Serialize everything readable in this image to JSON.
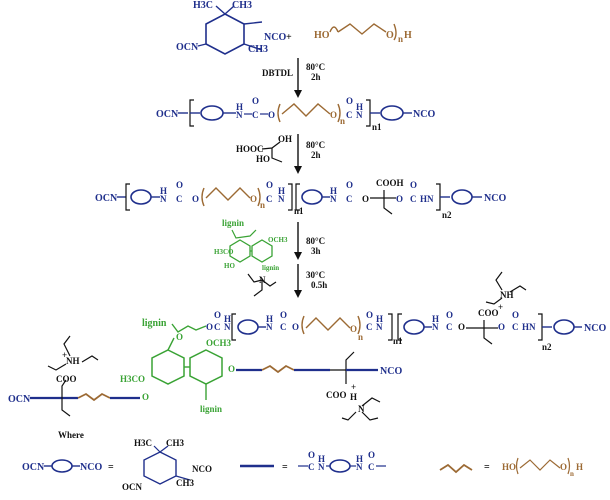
{
  "reactants": {
    "ipdi": {
      "h3c": "H3C",
      "ch3a": "CH3",
      "ch3b": "CH3",
      "ocn": "OCN",
      "nco": "NCO"
    },
    "plus": "+",
    "ptmg": {
      "ho": "HO",
      "oh": "O",
      "h": "H",
      "n": "n"
    }
  },
  "step1": {
    "catalyst": "DBTDL",
    "temp": "80°C",
    "time": "2h"
  },
  "step2": {
    "temp": "80°C",
    "time": "2h",
    "reagent": {
      "hooc": "HOOC",
      "oh": "OH",
      "ho": "HO"
    }
  },
  "step3": {
    "temp": "80°C",
    "time": "3h",
    "lignin_label": "lignin",
    "och3": "OCH3",
    "h3co": "H3CO",
    "ho": "HO"
  },
  "step4": {
    "temp": "30°C",
    "time": "0.5h"
  },
  "prepolymer": {
    "ocn": "OCN",
    "nco": "NCO",
    "n1": "n1",
    "n": "n",
    "h": "H",
    "n_atom": "N",
    "c": "C",
    "o": "O"
  },
  "intermediate": {
    "cooh": "COOH",
    "n2": "n2",
    "hn": "HN"
  },
  "product": {
    "lignin": "lignin",
    "och3": "OCH3",
    "h3co": "H3CO",
    "coo": "COO",
    "cooh": "COO",
    "nh": "NH",
    "n_plus": "N",
    "plus": "+",
    "h_label": "H",
    "ocn": "OCN",
    "nco": "NCO",
    "o_label": "O",
    "n1": "n1",
    "n2": "n2",
    "n": "n"
  },
  "legend": {
    "where": "Where",
    "ocn": "OCN",
    "nco": "NCO",
    "equals": "=",
    "h3c": "H3C",
    "ch3a": "CH3",
    "ch3b": "CH3",
    "ho": "HO",
    "h": "H",
    "n": "n"
  },
  "colors": {
    "blue": "#1f2f8c",
    "brown": "#9c6a34",
    "green": "#3aa335",
    "black": "#111111"
  }
}
